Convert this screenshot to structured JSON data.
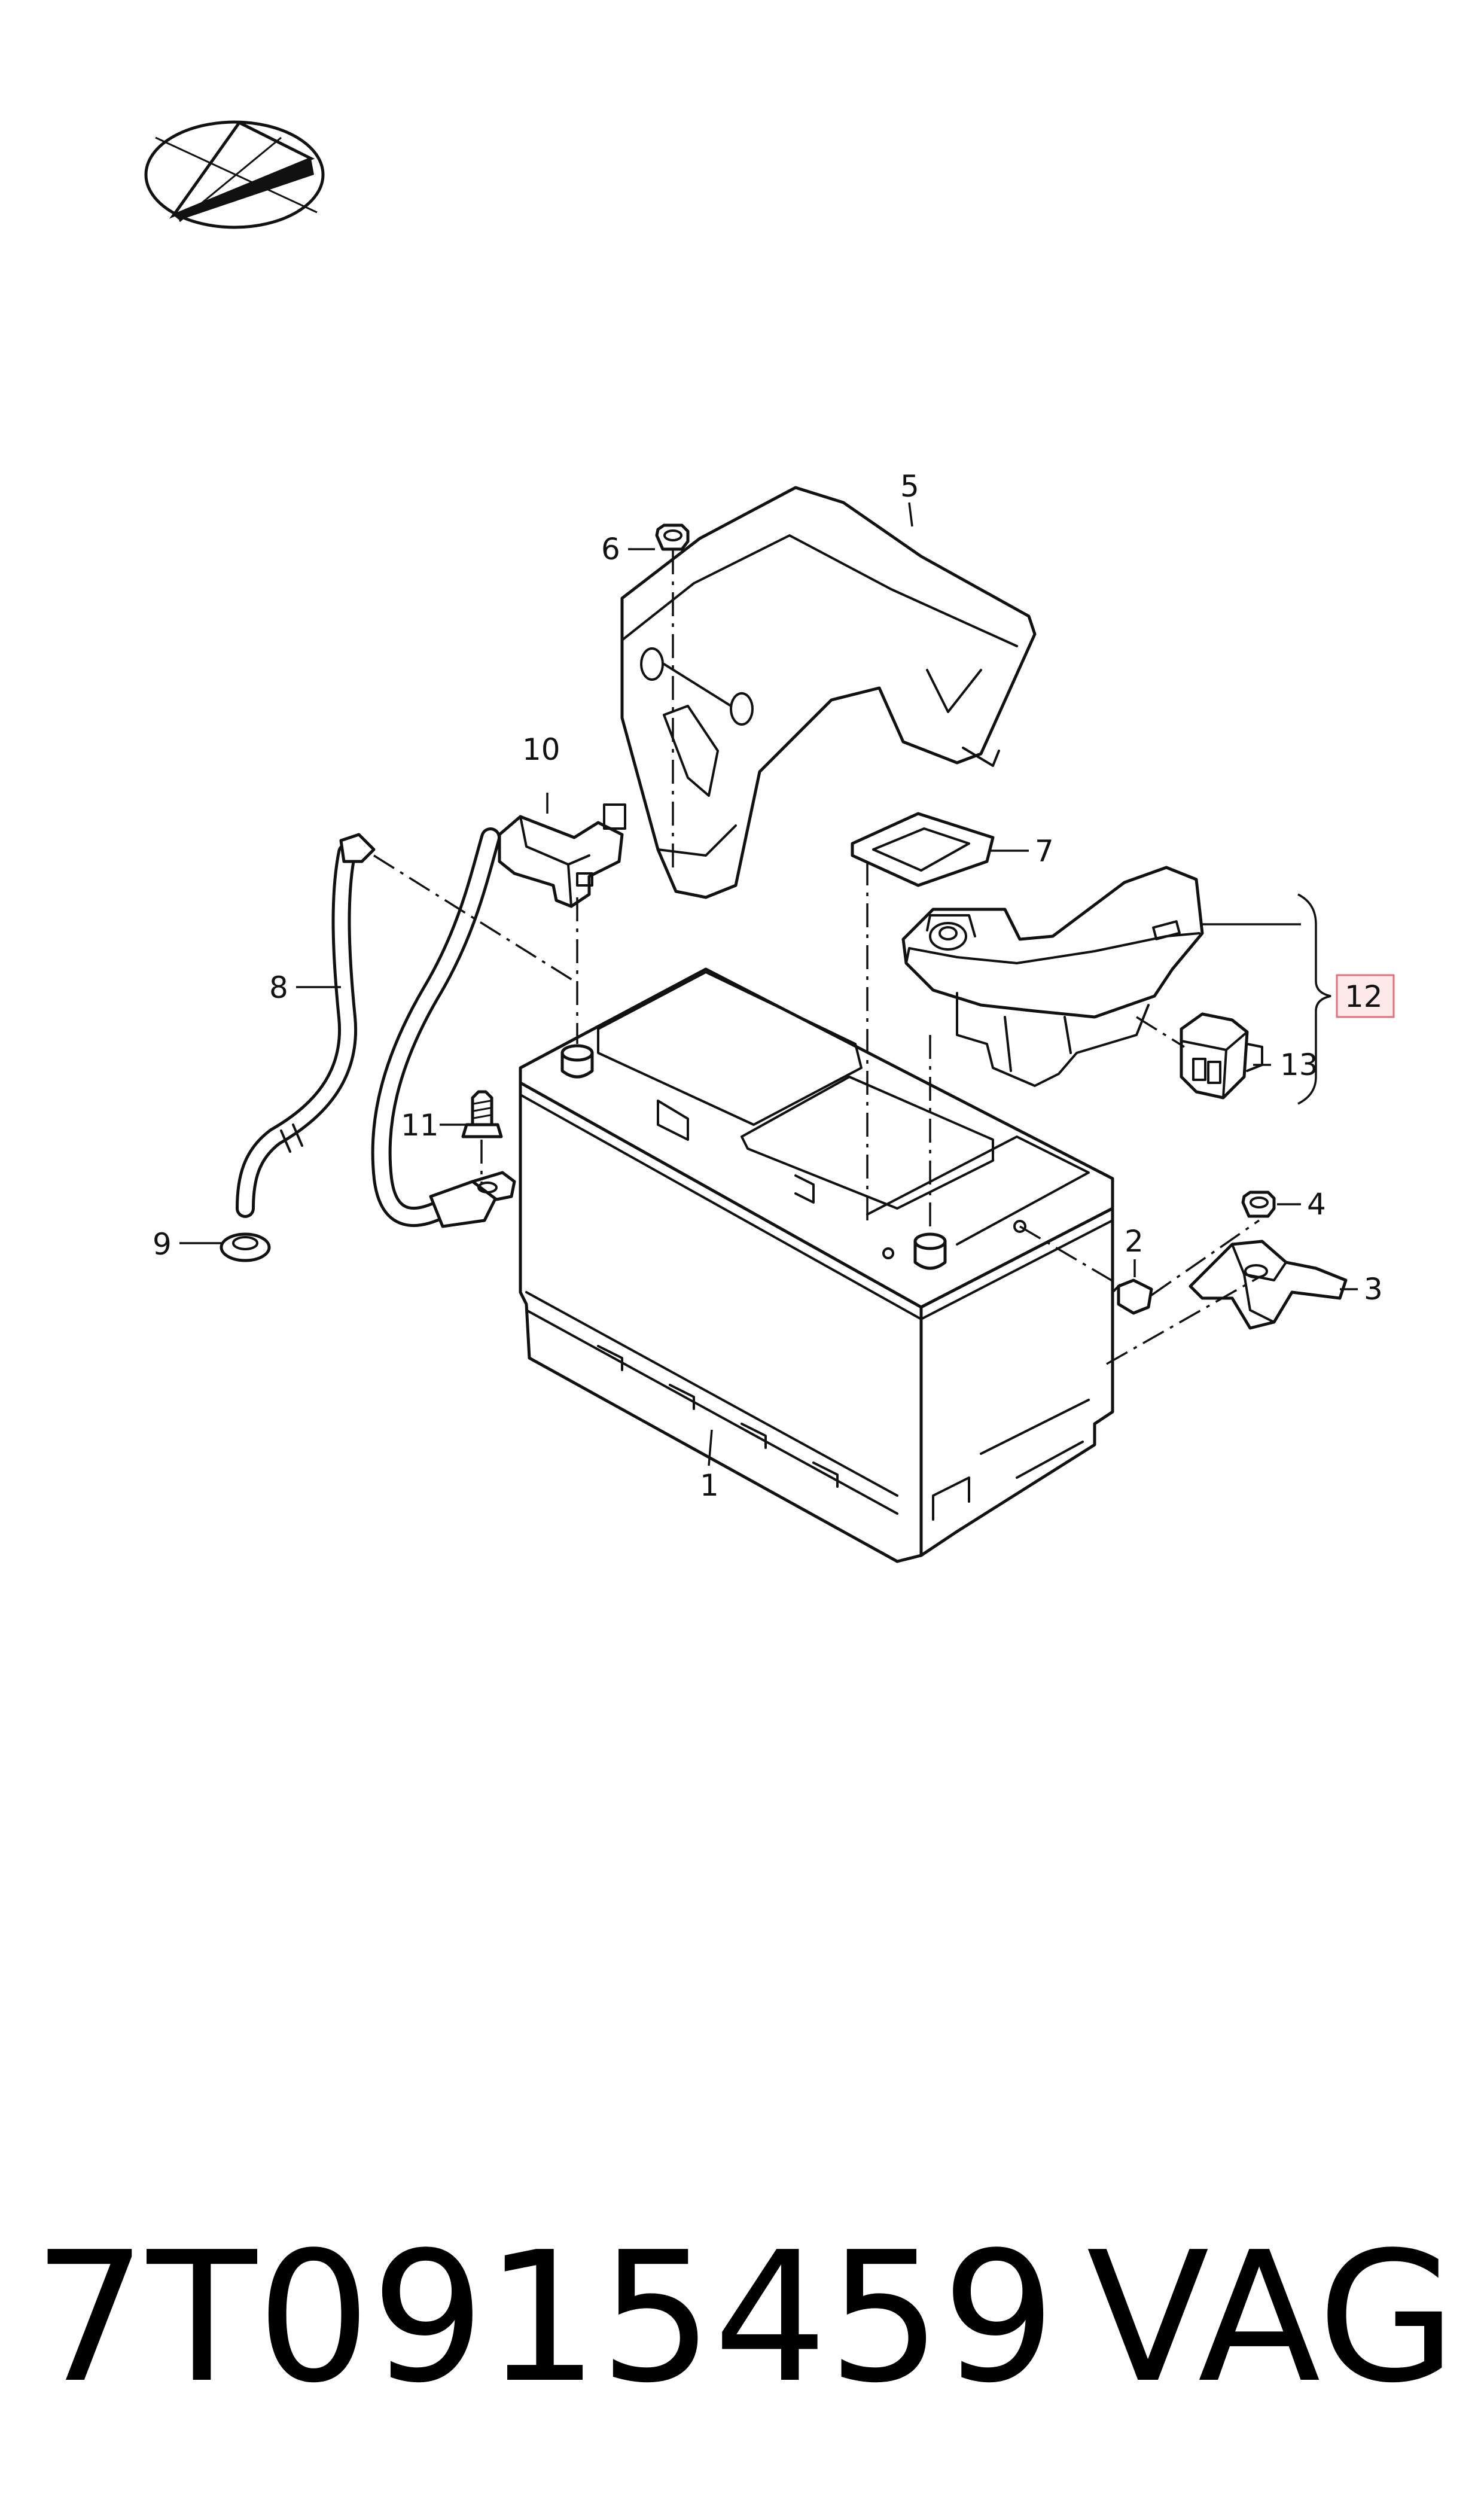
{
  "callouts": {
    "c1": "1",
    "c2": "2",
    "c3": "3",
    "c4": "4",
    "c5": "5",
    "c6": "6",
    "c7": "7",
    "c8": "8",
    "c9": "9",
    "c10": "10",
    "c11": "11",
    "c12": "12",
    "c13": "13"
  },
  "highlighted_callout": "12",
  "highlight_color": "#fde8ea",
  "footer": {
    "part_number": "7T0915459",
    "brand": "VAG"
  },
  "icons": {
    "logo": "compass-star-logo-icon"
  }
}
